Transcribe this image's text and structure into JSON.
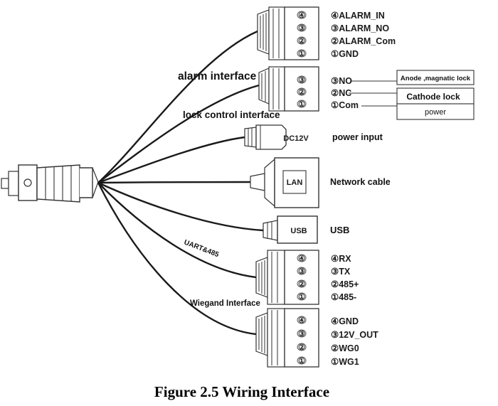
{
  "labels": {
    "alarm": "alarm interface",
    "lock": "lock control interface",
    "power": "power input",
    "network": "Network cable",
    "usb": "USB",
    "uart": "UART&485",
    "wiegand": "Wiegand Interface"
  },
  "connectors": {
    "alarm": {
      "pins": [
        "④",
        "③",
        "②",
        "①"
      ],
      "names": [
        "④ALARM_IN",
        "③ALARM_NO",
        "②ALARM_Com",
        "①GND"
      ]
    },
    "lock": {
      "pins": [
        "③",
        "②",
        "①"
      ],
      "names": [
        "③NO",
        "②NC",
        "①Com"
      ],
      "boxes": [
        "Anode ,magnatic lock",
        "Cathode lock",
        "power"
      ]
    },
    "dc": {
      "label": "DC12V"
    },
    "lan": {
      "label": "LAN"
    },
    "usb": {
      "label": "USB"
    },
    "uart": {
      "pins": [
        "④",
        "③",
        "②",
        "①"
      ],
      "names": [
        "④RX",
        "③TX",
        "②485+",
        "①485-"
      ]
    },
    "wiegand": {
      "pins": [
        "④",
        "③",
        "②",
        "①"
      ],
      "names": [
        "④GND",
        "③12V_OUT",
        "②WG0",
        "①WG1"
      ]
    }
  },
  "caption": "Figure 2.5 Wiring Interface"
}
